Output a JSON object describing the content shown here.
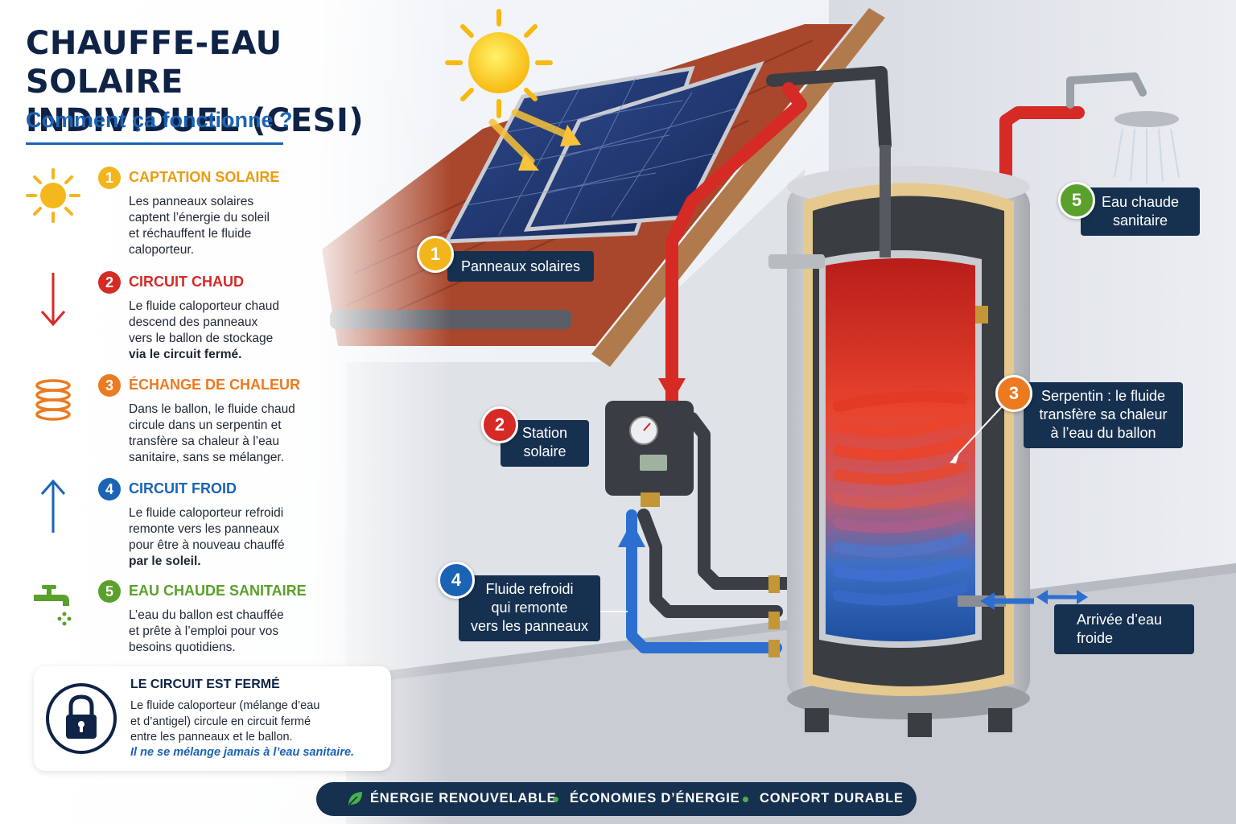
{
  "title_line1": "CHAUFFE-EAU SOLAIRE",
  "title_line2": "INDIVIDUEL (CESI)",
  "subtitle": "Comment ça fonctionne ?",
  "colors": {
    "navy": "#0e2346",
    "blue": "#1b63b5",
    "yellow": "#f2b51c",
    "red": "#d62a25",
    "orange": "#ec7a21",
    "green": "#5aa02c",
    "label_bg": "#16304f"
  },
  "steps": [
    {
      "number": "1",
      "title": "CAPTATION SOLAIRE",
      "icon": "sun-icon",
      "lines": [
        "Les panneaux solaires",
        "captent l’énergie du soleil",
        "et réchauffent le fluide",
        "caloporteur."
      ]
    },
    {
      "number": "2",
      "title": "CIRCUIT CHAUD",
      "icon": "arrow-down-icon",
      "lines": [
        "Le fluide caloporteur chaud",
        "descend des panneaux",
        "vers le ballon de stockage"
      ],
      "emph": "via le circuit fermé."
    },
    {
      "number": "3",
      "title": "ÉCHANGE DE CHALEUR",
      "icon": "coil-icon",
      "lines": [
        "Dans le ballon, le fluide chaud",
        "circule dans un serpentin et",
        "transfère sa chaleur à l’eau",
        "sanitaire, sans se mélanger."
      ]
    },
    {
      "number": "4",
      "title": "CIRCUIT FROID",
      "icon": "arrow-up-icon",
      "lines": [
        "Le fluide caloporteur refroidi",
        "remonte vers les panneaux",
        "pour être à nouveau chauffé"
      ],
      "emph": "par le soleil."
    },
    {
      "number": "5",
      "title": "EAU CHAUDE SANITAIRE",
      "icon": "faucet-icon",
      "lines": [
        "L’eau du ballon est chauffée",
        "et prête à l’emploi pour vos",
        "besoins quotidiens."
      ]
    }
  ],
  "closed_circuit": {
    "title": "LE CIRCUIT EST FERMÉ",
    "lines": [
      "Le fluide caloporteur (mélange d’eau",
      "et d’antigel) circule en circuit fermé",
      "entre les panneaux et le ballon."
    ],
    "emph": "Il ne se mélange jamais à l’eau sanitaire."
  },
  "labels": {
    "panels": {
      "number": "1",
      "lines": [
        "Panneaux solaires"
      ]
    },
    "station": {
      "number": "2",
      "lines": [
        "Station",
        "solaire"
      ]
    },
    "coil": {
      "number": "3",
      "lines": [
        "Serpentin : le fluide",
        "transfère sa chaleur",
        "à l’eau du ballon"
      ]
    },
    "return": {
      "number": "4",
      "lines": [
        "Fluide refroidi",
        "qui remonte",
        "vers les panneaux"
      ]
    },
    "hot_water": {
      "number": "5",
      "lines": [
        "Eau chaude",
        "sanitaire"
      ]
    },
    "cold_inlet": {
      "lines": [
        "Arrivée d’eau",
        "froide"
      ]
    }
  },
  "footer": [
    "ÉNERGIE RENOUVELABLE",
    "ÉCONOMIES D’ÉNERGIE",
    "CONFORT DURABLE"
  ]
}
